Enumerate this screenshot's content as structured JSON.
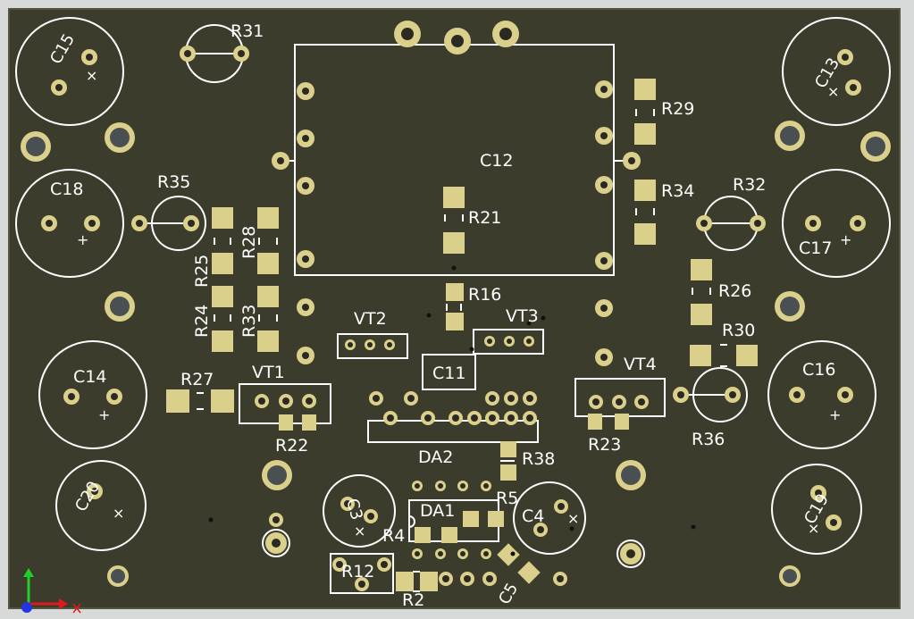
{
  "colors": {
    "board": "#3c3c2c",
    "pad": "#dad08c",
    "silk": "#ffffff",
    "background": "#d8dad9"
  },
  "labels": {
    "C15": "C15",
    "R31": "R31",
    "C13": "C13",
    "R29": "R29",
    "C12": "C12",
    "C18": "C18",
    "R35": "R35",
    "R21": "R21",
    "R34": "R34",
    "R32": "R32",
    "C17": "C17",
    "R28": "R28",
    "R25": "R25",
    "R16": "R16",
    "R26": "R26",
    "R24": "R24",
    "R33": "R33",
    "VT2": "VT2",
    "VT3": "VT3",
    "R30": "R30",
    "C14": "C14",
    "R27": "R27",
    "VT1": "VT1",
    "C11": "C11",
    "VT4": "VT4",
    "C16": "C16",
    "R22": "R22",
    "R23": "R23",
    "R36": "R36",
    "DA2": "DA2",
    "R38": "R38",
    "C20": "C20",
    "C3": "C3",
    "R5": "R5",
    "DA1": "DA1",
    "C4": "C4",
    "C19": "C19",
    "R4": "R4",
    "R12": "R12",
    "C5": "C5",
    "R2": "R2"
  },
  "marks": {
    "plus": "+",
    "cross": "×"
  },
  "axis_icon": {
    "label": "3d-axis-indicator"
  }
}
